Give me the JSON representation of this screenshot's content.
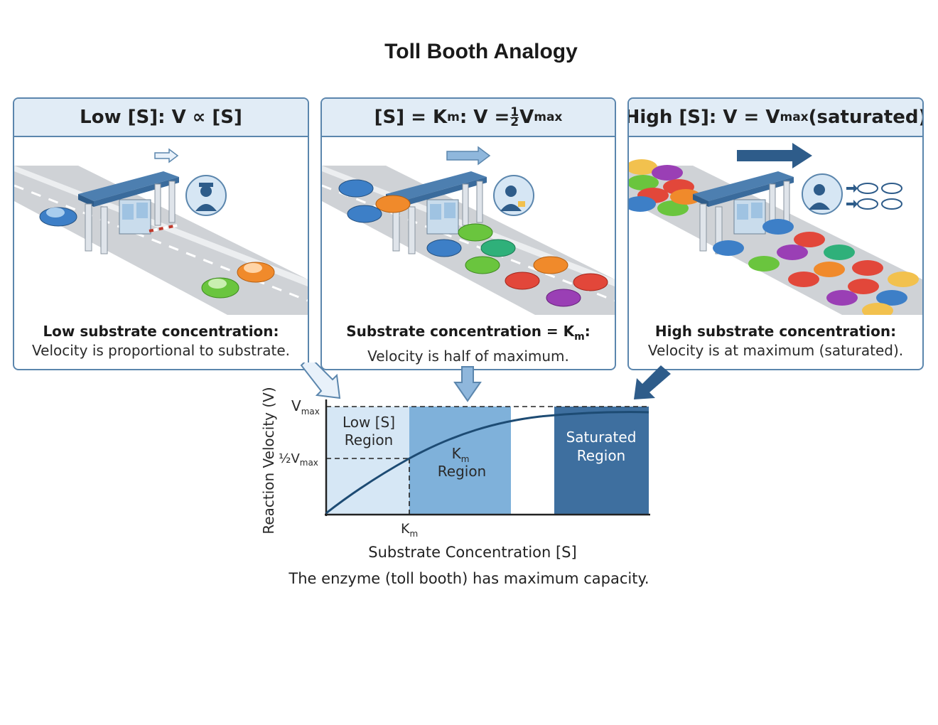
{
  "title": "Toll Booth Analogy",
  "panels": [
    {
      "header_main": "Low [S]: V ∝ [S]",
      "caption_bold": "Low substrate concentration:",
      "caption_text": "Velocity is proportional to substrate."
    },
    {
      "header_left": "[S] = K",
      "header_sub": "m",
      "header_mid": ": V = ",
      "header_num": "1",
      "header_den": "2",
      "header_v": "V",
      "header_max": "max",
      "caption_bold_pre": "Substrate concentration = K",
      "caption_bold_sub": "m",
      "caption_bold_post": ":",
      "caption_text": "Velocity is half of maximum."
    },
    {
      "header_left": "High [S]: V = V",
      "header_max": "max",
      "header_right": " (saturated)",
      "caption_bold": "High substrate concentration:",
      "caption_text": "Velocity is at maximum (saturated)."
    }
  ],
  "graph": {
    "ylabel": "Reaction Velocity (V)",
    "vmax_label": "V",
    "vmax_sub": "max",
    "half_label": "½V",
    "half_sub": "max",
    "km_label": "K",
    "km_sub": "m",
    "region_low_line1": "Low [S]",
    "region_low_line2": "Region",
    "region_km_line1": "K",
    "region_km_sub": "m",
    "region_km_line2": "Region",
    "region_sat_line1": "Saturated",
    "region_sat_line2": "Region",
    "xlabel": "Substrate Concentration [S]"
  },
  "footer": "The enzyme (toll booth) has maximum capacity.",
  "colors": {
    "border": "#5b86ad",
    "header_bg": "#e1ecf6",
    "region_low": "#d6e7f5",
    "region_km": "#7fb1da",
    "region_sat": "#3e6f9f",
    "curve": "#1d4b73"
  }
}
